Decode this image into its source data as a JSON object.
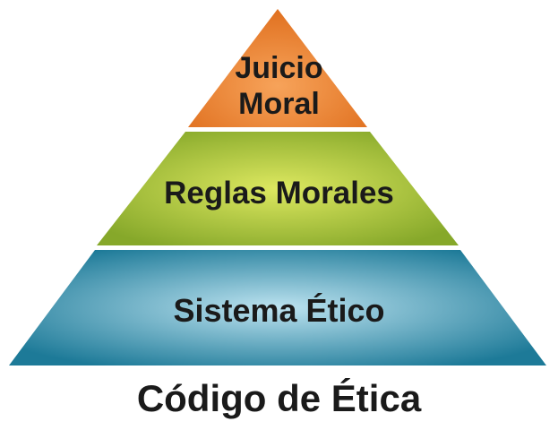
{
  "pyramid": {
    "top_line1": "Juicio",
    "top_line2": "Moral",
    "middle": "Reglas Morales",
    "bottom": "Sistema Ético"
  },
  "caption": "Código de Ética",
  "colors": {
    "top_center": "#f7a35a",
    "top_edge": "#e0701f",
    "middle_center": "#dde860",
    "middle_edge": "#86a82a",
    "bottom_center": "#bde3f0",
    "bottom_edge": "#1d7a98"
  }
}
